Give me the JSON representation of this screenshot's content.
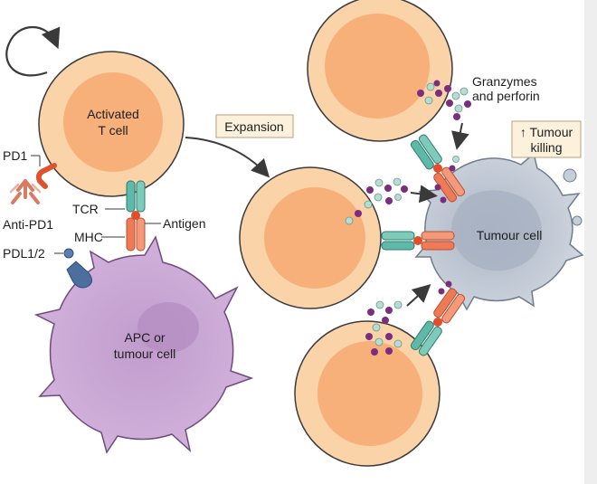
{
  "labels": {
    "activated_t_cell_line1": "Activated",
    "activated_t_cell_line2": "T cell",
    "pd1": "PD1",
    "anti_pd1": "Anti-PD1",
    "tcr": "TCR",
    "antigen": "Antigen",
    "mhc": "MHC",
    "pdl12": "PDL1/2",
    "apc_line1": "APC or",
    "apc_line2": "tumour cell",
    "expansion": "Expansion",
    "granzymes_line1": "Granzymes",
    "granzymes_line2": "and perforin",
    "tumour_killing_line1": "↑ Tumour",
    "tumour_killing_line2": "killing",
    "tumour_cell": "Tumour cell"
  },
  "colors": {
    "t_cell_outer": "#f9c99a",
    "t_cell_inner": "#f7b27a",
    "t_cell_stroke": "#3b3b3b",
    "apc_fill": "#c9a6d3",
    "apc_inner": "#b48cc1",
    "tumour_fill": "#c6ced8",
    "tumour_inner": "#a9b4c2",
    "tcr": "#5fb9a8",
    "mhc": "#ef7b56",
    "pd1": "#e0522e",
    "anti_pd1": "#e08a73",
    "pdl": "#4d6f9e",
    "granule_purple": "#7b2d7e",
    "granule_teal": "#b9dcd2",
    "box_fill": "#fbf1dc"
  }
}
